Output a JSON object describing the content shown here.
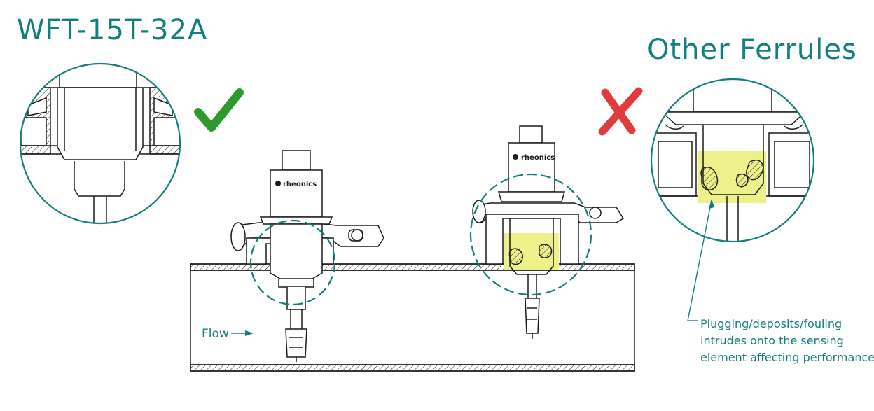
{
  "left_title": "WFT-15T-32A",
  "right_title": "Other Ferrules",
  "flow_label": "Flow",
  "brand_left": "rheonics",
  "brand_right": "rheonics",
  "callout_lines": [
    "Plugging/deposits/fouling",
    "intrudes onto the sensing",
    "element affecting performance"
  ],
  "colors": {
    "teal": "#127f7e",
    "check_green": "#2e9a2e",
    "cross_red": "#e23b3b",
    "deposit_yellow": "#eef08a",
    "line": "#1a1a1a"
  },
  "icons": {
    "check": "check-mark-icon",
    "cross": "cross-mark-icon",
    "flow_arrow": "arrow-right-icon"
  }
}
